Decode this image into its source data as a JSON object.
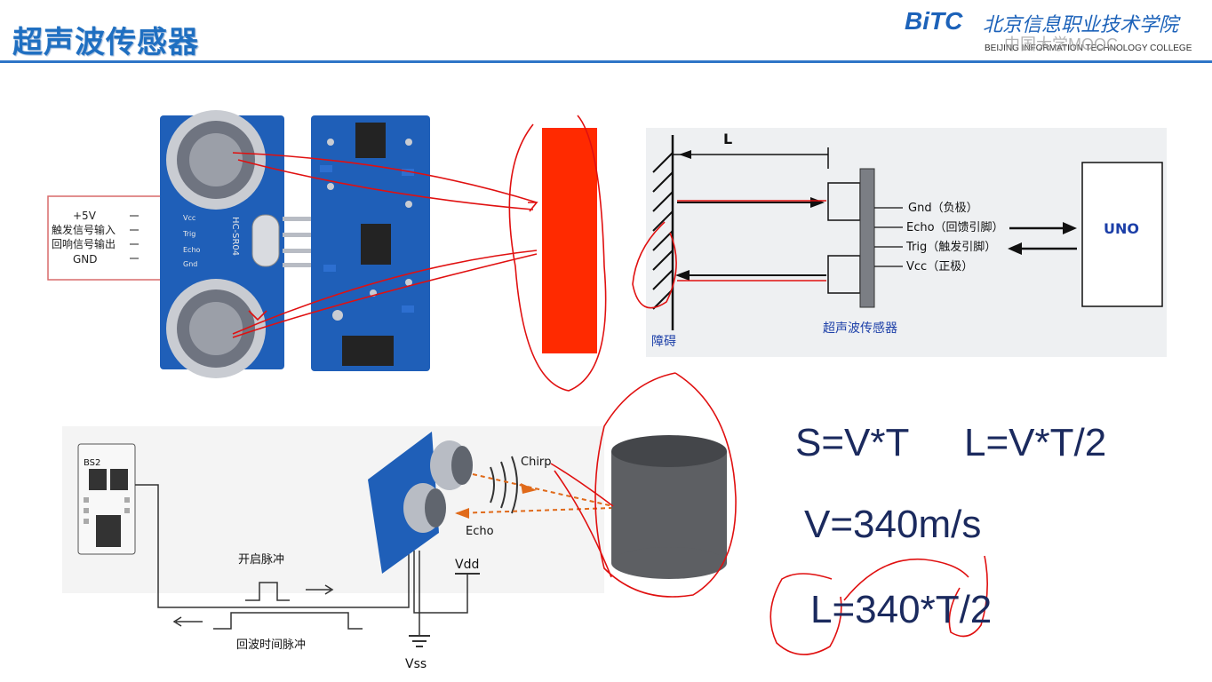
{
  "header": {
    "title": "超声波传感器",
    "logo_bitc": "BiTC",
    "logo_cn": "北京信息职业技术学院",
    "logo_en": "BEIJING INFORMATION TECHNOLOGY COLLEGE",
    "watermark": "中国大学MOOC"
  },
  "module_photo": {
    "pin_labels": [
      "+5V",
      "触发信号输入",
      "回响信号输出",
      "GND"
    ],
    "board_pins": [
      "Vcc",
      "Trig",
      "Echo",
      "Gnd"
    ],
    "board_model": "HC-SR04"
  },
  "distance_diagram": {
    "distance_label": "L",
    "obstacle_label": "障碍",
    "sensor_label": "超声波传感器",
    "pins": [
      "Gnd（负极）",
      "Echo（回馈引脚）",
      "Trig（触发引脚）",
      "Vcc（正极）"
    ],
    "board_label": "UNO"
  },
  "timing_diagram": {
    "chirp": "Chirp",
    "echo": "Echo",
    "start_pulse": "开启脉冲",
    "return_pulse": "回波时间脉冲",
    "vdd": "Vdd",
    "vss": "Vss",
    "board": "BS2"
  },
  "formulas": {
    "f1": "S=V*T",
    "f2": "L=V*T/2",
    "f3": "V=340m/s",
    "f4": "L=340*T/2"
  },
  "colors": {
    "title": "#1f6fc1",
    "annotation": "#e01010",
    "formula": "#1b2a5e",
    "board": "#1f5fb8"
  }
}
